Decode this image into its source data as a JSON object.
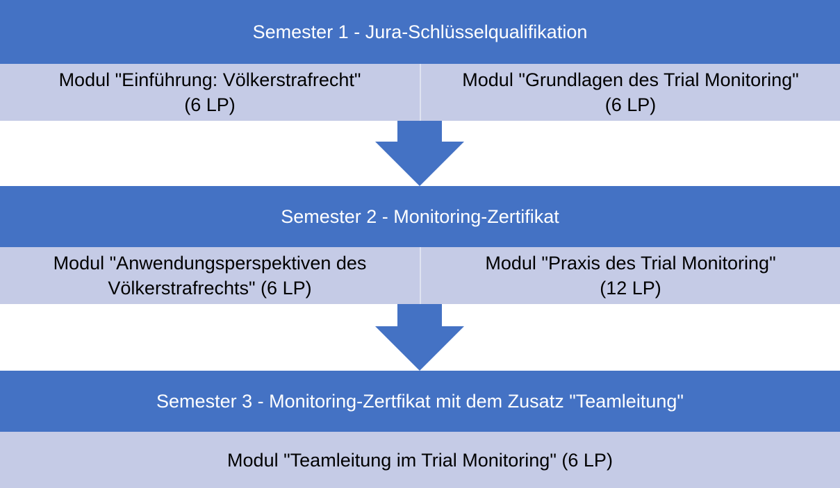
{
  "colors": {
    "header_bg": "#4472c4",
    "module_bg": "#c5cbe6",
    "arrow": "#4472c4"
  },
  "semesters": [
    {
      "title": "Semester 1 - Jura-Schlüsselqualifikation",
      "modules": [
        {
          "line1": "Modul \"Einführung: Völkerstrafrecht\"",
          "line2": "(6 LP)"
        },
        {
          "line1": "Modul \"Grundlagen des Trial Monitoring\"",
          "line2": "(6 LP)"
        }
      ]
    },
    {
      "title": "Semester 2 - Monitoring-Zertifikat",
      "modules": [
        {
          "line1": "Modul \"Anwendungsperspektiven des",
          "line2": "Völkerstrafrechts\" (6 LP)"
        },
        {
          "line1": "Modul \"Praxis des Trial Monitoring\"",
          "line2": "(12 LP)"
        }
      ]
    },
    {
      "title": "Semester 3 - Monitoring-Zertfikat mit dem Zusatz \"Teamleitung\"",
      "modules": [
        {
          "line1": "Modul \"Teamleitung im Trial Monitoring\" (6 LP)"
        }
      ]
    }
  ]
}
